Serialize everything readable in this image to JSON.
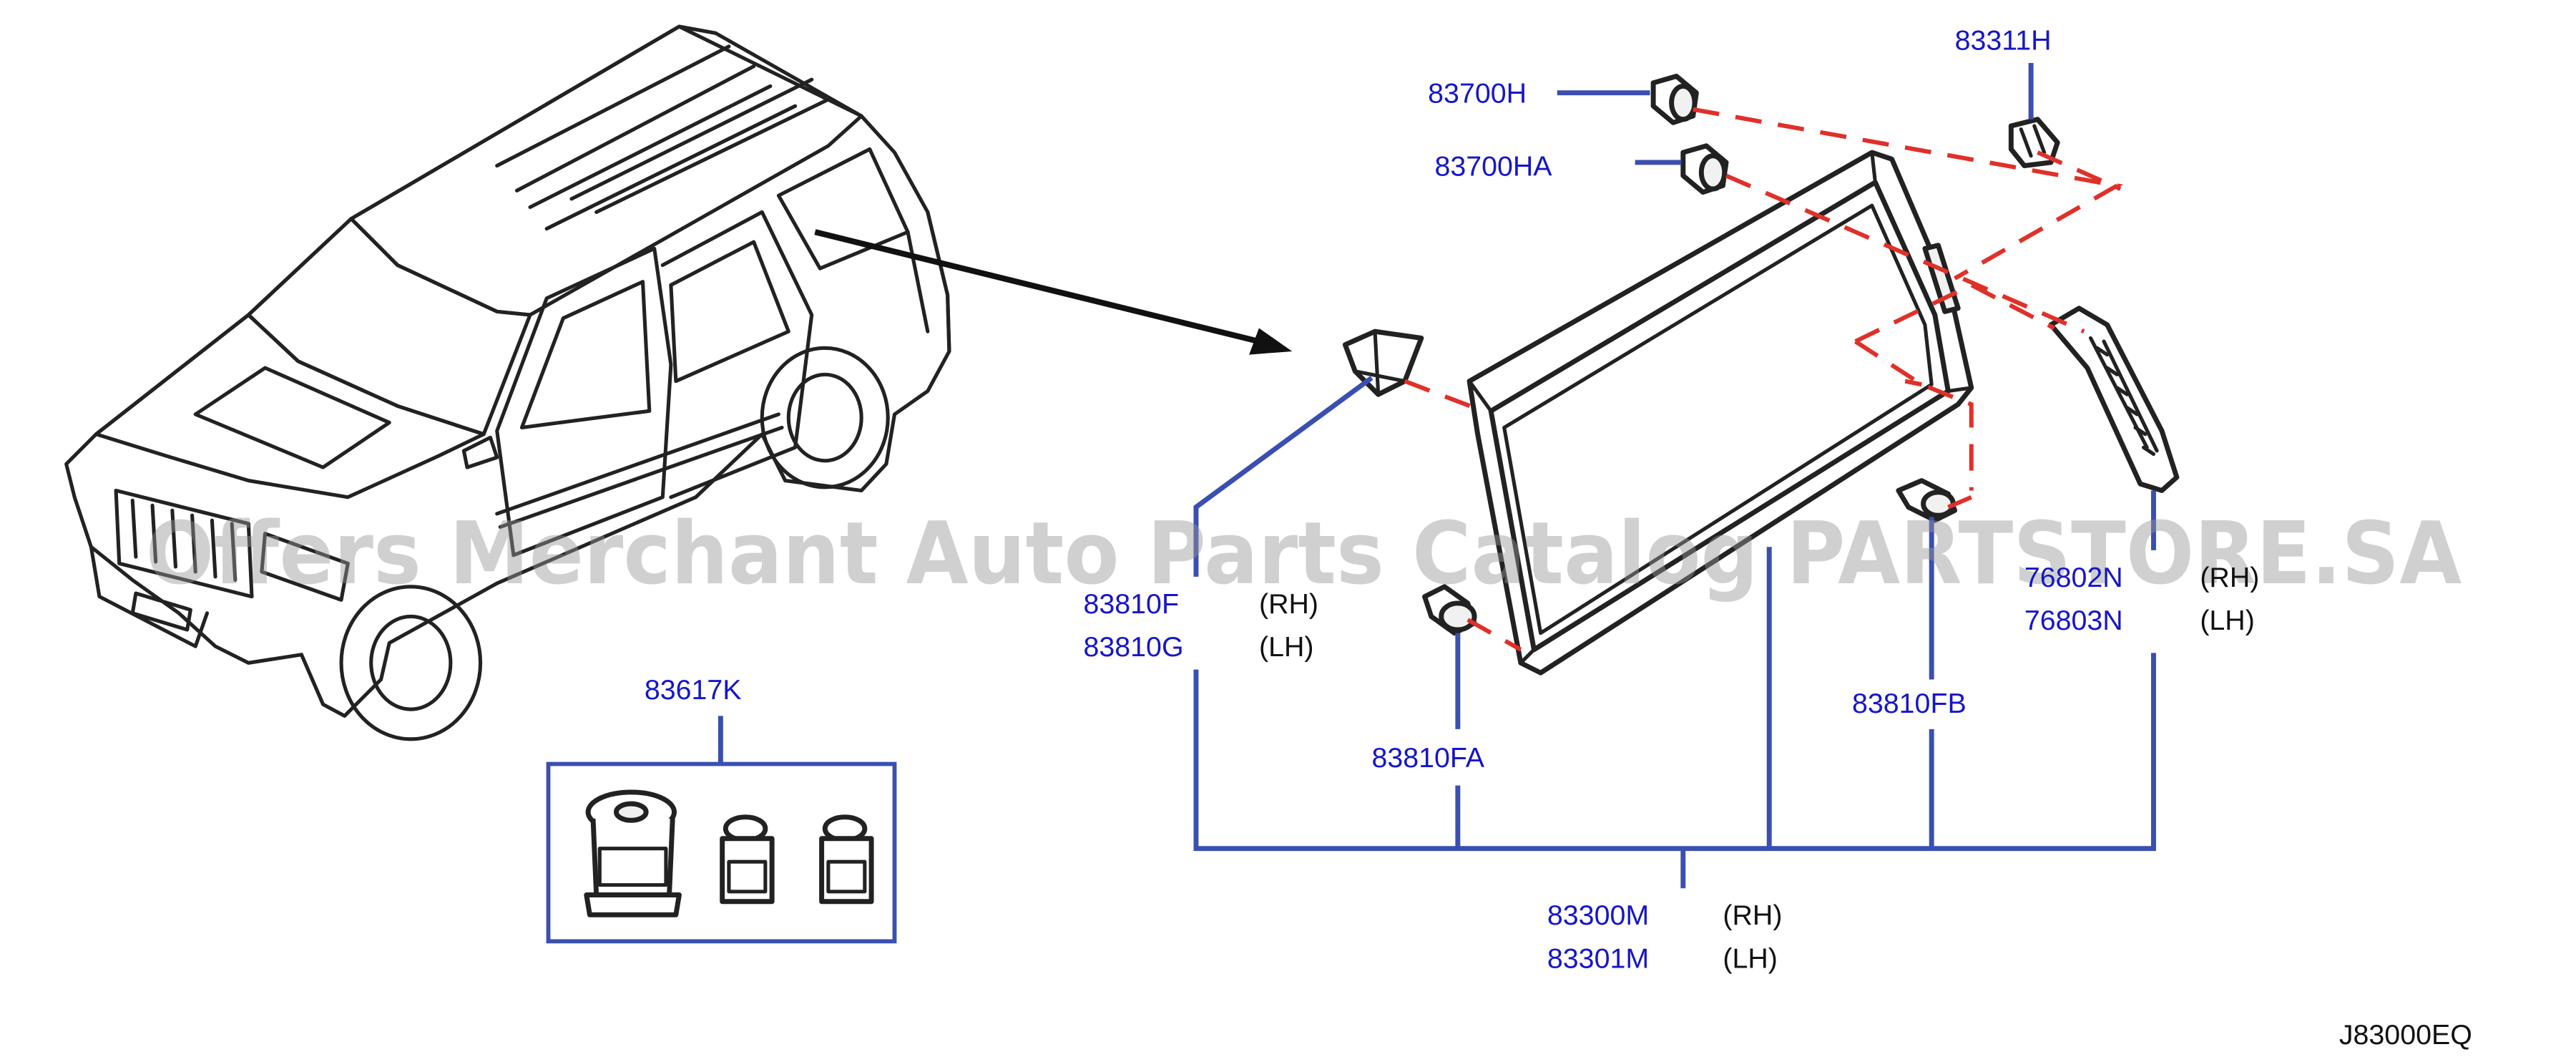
{
  "colors": {
    "label": "#1616c8",
    "leader": "#3a4fb0",
    "dashed": "#e0302a",
    "outline": "#222222",
    "watermark": "#969696"
  },
  "watermark": "Offers Merchant Auto Parts Catalog PARTSTORE.SA",
  "diagram_code": "J83000EQ",
  "parts": {
    "p83311H": {
      "number": "83311H"
    },
    "p83700H": {
      "number": "83700H"
    },
    "p83700HA": {
      "number": "83700HA"
    },
    "p83810F": {
      "number": "83810F",
      "side": "(RH)"
    },
    "p83810G": {
      "number": "83810G",
      "side": "(LH)"
    },
    "p76802N": {
      "number": "76802N",
      "side": "(RH)"
    },
    "p76803N": {
      "number": "76803N",
      "side": "(LH)"
    },
    "p83617K": {
      "number": "83617K"
    },
    "p83810FB": {
      "number": "83810FB"
    },
    "p83810FA": {
      "number": "83810FA"
    },
    "p83300M": {
      "number": "83300M",
      "side": "(RH)"
    },
    "p83301M": {
      "number": "83301M",
      "side": "(LH)"
    }
  }
}
